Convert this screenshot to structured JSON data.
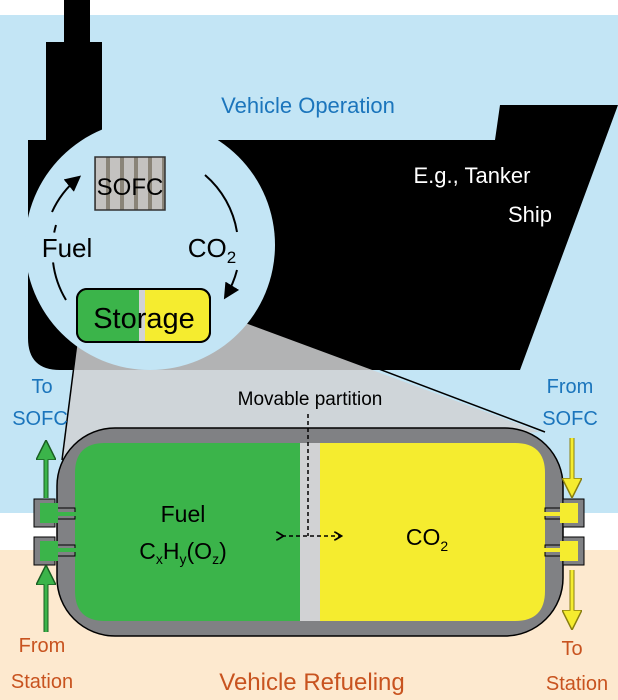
{
  "colors": {
    "operation_bg": "#c3e5f5",
    "refuel_bg": "#fde9cf",
    "ship": "#000000",
    "fuel": "#3bb44a",
    "co2": "#f5ec2f",
    "tank_wall": "#808184",
    "partition": "#d1d2d4",
    "blue_text": "#1b75bc",
    "orange_text": "#c8531f"
  },
  "regions": {
    "operation": "Vehicle Operation",
    "refueling": "Vehicle Refueling"
  },
  "ship": {
    "line1": "E.g., Tanker",
    "line2": "Ship"
  },
  "cycle": {
    "sofc": "SOFC",
    "fuel": "Fuel",
    "co2": "CO",
    "co2_sub": "2",
    "storage_a": "Stor",
    "storage_b": "age"
  },
  "tank": {
    "partition_label": "Movable partition",
    "fuel": "Fuel",
    "formula": {
      "c": "C",
      "x": "x",
      "h": "H",
      "y": "y",
      "o_open": "(O",
      "z": "z",
      "close": ")"
    },
    "co2": "CO",
    "co2_sub": "2"
  },
  "ports": {
    "to_sofc": [
      "To",
      "SOFC"
    ],
    "from_sofc": [
      "From",
      "SOFC"
    ],
    "from_station": [
      "From",
      "Station"
    ],
    "to_station": [
      "To",
      "Station"
    ]
  }
}
